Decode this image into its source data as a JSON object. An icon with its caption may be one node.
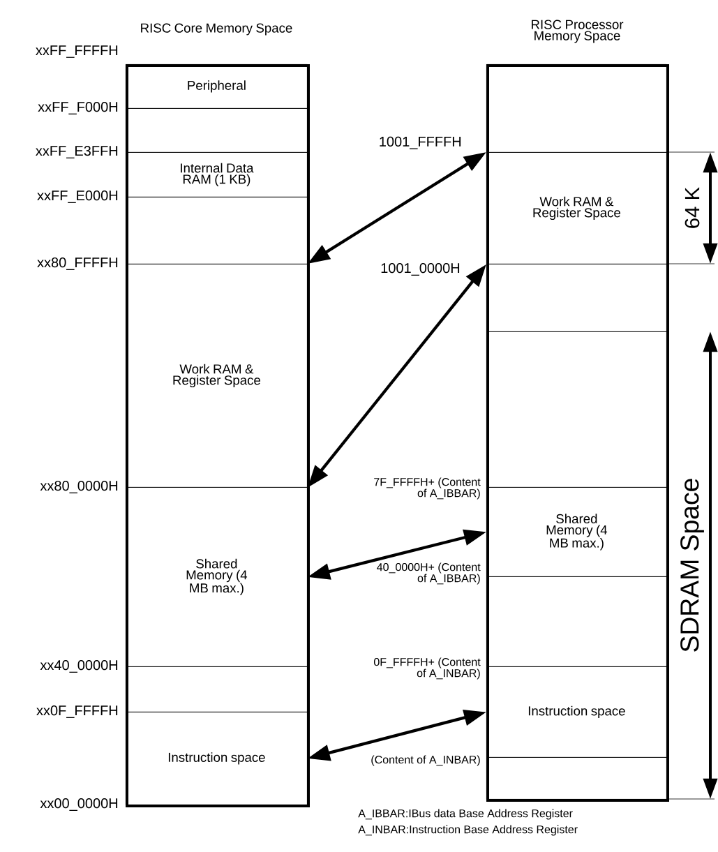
{
  "diagram": {
    "nodes": [
      {
        "text": [
          "RISC Core Memory Space"
        ]
      },
      {
        "text": [
          "Peripheral"
        ],
        "in": 0
      },
      {
        "text": [],
        "shape": "box",
        "in": 0
      },
      {
        "text": [
          "Internal Data RAM (1 KB)"
        ],
        "in": 0
      },
      {
        "text": [],
        "shape": "box",
        "in": 0
      },
      {
        "text": [
          "Work RAM & Register Space"
        ],
        "in": 0
      },
      {
        "text": [
          "Shared Memory (4 MB max.)"
        ],
        "in": 0
      },
      {
        "text": [],
        "shape": "box",
        "in": 0
      },
      {
        "text": [
          "Instruction space"
        ],
        "in": 0
      },
      {
        "text": [
          "RISC Processor Memory Space"
        ]
      },
      {
        "text": [],
        "shape": "box",
        "in": 9
      },
      {
        "text": [
          "Work RAM & Register Space"
        ],
        "in": 9
      },
      {
        "text": [],
        "shape": "box",
        "in": 9
      },
      {
        "text": [],
        "shape": "box",
        "in": 9
      },
      {
        "text": [
          "Shared Memory (4 MB max.)"
        ],
        "in": 9
      },
      {
        "text": [],
        "shape": "box",
        "in": 9
      },
      {
        "text": [
          "Instruction space"
        ],
        "in": 9
      },
      {
        "text": [],
        "shape": "box",
        "in": 9
      }
    ],
    "edges": [
      {
        "from": 5,
        "to": 11,
        "arrow": "both"
      },
      {
        "from": 5,
        "to": 11,
        "arrow": "both"
      },
      {
        "from": 6,
        "to": 14,
        "arrow": "both"
      },
      {
        "from": 8,
        "to": 16,
        "arrow": "both"
      }
    ],
    "labels": [
      "xxFF_FFFFH",
      "xxFF_F000H",
      "xxFF_E3FFH",
      "1001_FFFFH",
      "xxFF_E000H",
      "64 K",
      "xx80_FFFFH",
      "1001_0000H",
      "xx80_0000H",
      "7F_FFFFH+ (Content of A_IBBAR)",
      "SDRAM Space",
      "40_0000H+ (Content of A_IBBAR)",
      "xx40_0000H",
      "0F_FFFFH+ (Content of A_INBAR)",
      "xx0F_FFFFH",
      "(Content of A_INBAR)",
      "xx00_0000H",
      "A_IBBAR:IBus data Base Address Register",
      "A_INBAR:Instruction Base Address Register"
    ]
  }
}
